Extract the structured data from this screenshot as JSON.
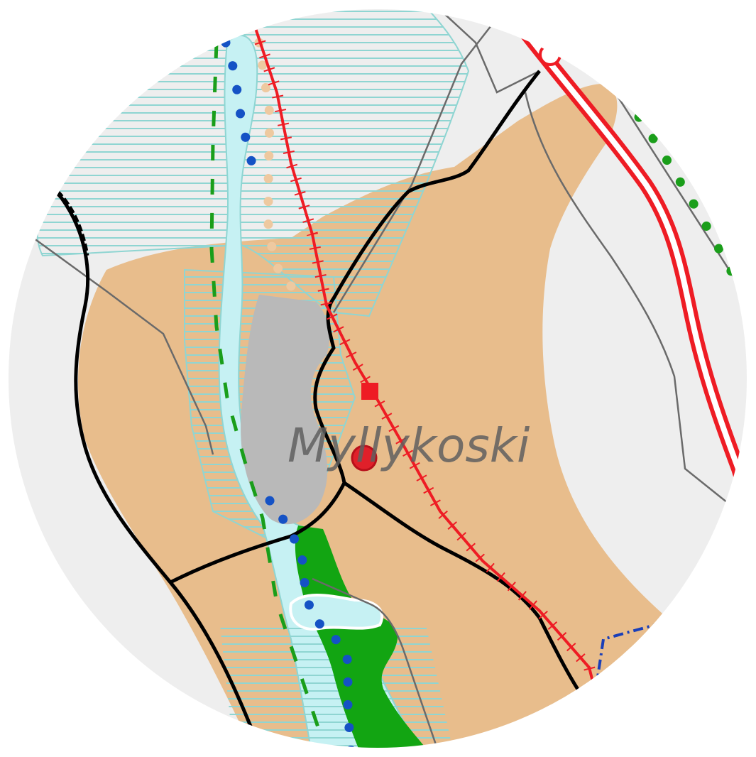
{
  "map": {
    "place_label": "Myllykoski",
    "colors": {
      "background": "#eeeeee",
      "settlement_area": "#e8bd8c",
      "water": "#c6f1f3",
      "hatch": "#8fd5d2",
      "industrial": "#b9b9b9",
      "green_area": "#12a512",
      "railway": "#ee1c24",
      "highway": "#ee1c24",
      "road": "#000000",
      "minor_road": "#6a6a6a",
      "route_dots_blue": "#1552c5",
      "route_dots_green": "#1a9e1a",
      "route_dots_tan": "#eec9a0",
      "boundary_blue": "#1a3fb8",
      "label_text": "#5f5f5f"
    },
    "symbols": [
      "railway-line",
      "highway-line",
      "main-road",
      "minor-road",
      "water-body",
      "hatched-zone",
      "industrial-area",
      "green-area",
      "station-square",
      "center-marker",
      "junction-circle",
      "municipal-boundary"
    ]
  }
}
